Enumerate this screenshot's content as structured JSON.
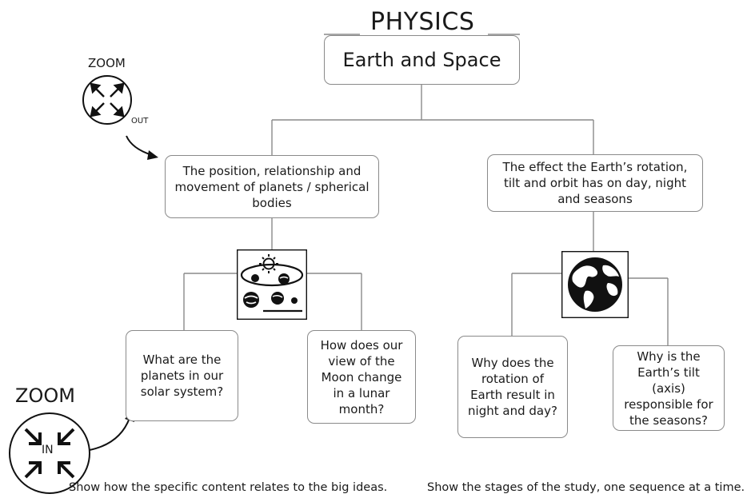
{
  "title": "PHYSICS",
  "root": {
    "label": "Earth and Space"
  },
  "branches": [
    {
      "label": "The position, relationship and movement of planets / spherical bodies",
      "icon": "solar-system-icon",
      "children": [
        {
          "label": "What are the planets in our solar system?"
        },
        {
          "label": "How does our view of the Moon change in a lunar month?"
        }
      ]
    },
    {
      "label": "The effect the Earth’s rotation, tilt and orbit has on day, night and seasons",
      "icon": "globe-icon",
      "children": [
        {
          "label": "Why does the rotation of Earth result in night and day?"
        },
        {
          "label": "Why is the Earth’s tilt (axis) responsible for the seasons?"
        }
      ]
    }
  ],
  "zoom_out": {
    "label": "ZOOM",
    "sub": "OUT",
    "icon": "zoom-out-icon"
  },
  "zoom_in": {
    "label": "ZOOM",
    "sub": "IN",
    "icon": "zoom-in-icon"
  },
  "captions": {
    "left": "Show how the specific content relates to the big ideas.",
    "right": "Show the stages of the study, one sequence at a time."
  }
}
